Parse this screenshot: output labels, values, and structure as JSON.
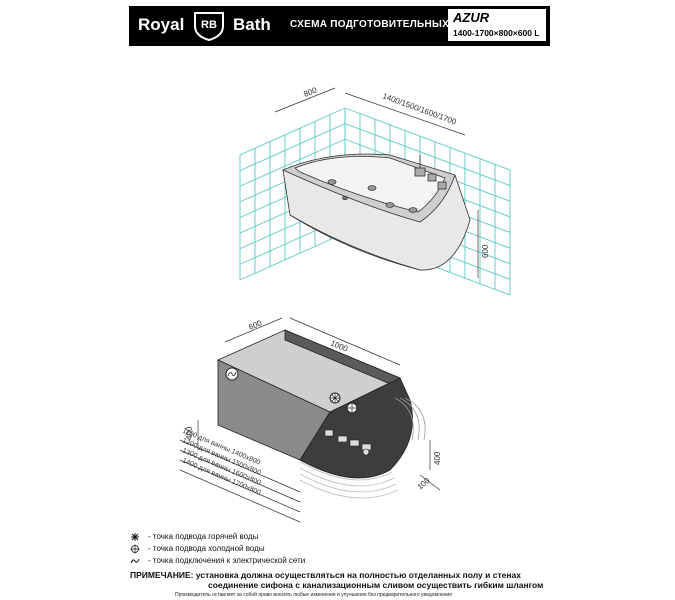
{
  "header": {
    "brand_left": "Royal",
    "brand_mark": "RB",
    "brand_right": "Bath",
    "title": "СХЕМА ПОДГОТОВИТЕЛЬНЫХ РАБОТ",
    "model": "AZUR",
    "sizes": "1400-1700×800×600 L"
  },
  "top_view": {
    "dim_depth": "800",
    "dim_length": "1400/1500/1600/1700",
    "dim_height": "600"
  },
  "bottom_view": {
    "dim_600": "600",
    "dim_1000": "1000",
    "dim_400_left": "400",
    "dim_400_right": "400",
    "dim_100": "100",
    "length_labels": [
      "1100 для ванны 1400х800",
      "1200 для ванны 1500х800",
      "1300 для ванны 1600х800",
      "1400 для ванны 1700х800"
    ]
  },
  "legend": {
    "hot": "- точка подвода горячей воды",
    "cold": "- точка подвода холодной воды",
    "electric": "- точка подключения к электрической сети"
  },
  "note": {
    "label": "ПРИМЕЧАНИЕ:",
    "line1": "установка должна осуществляться на полностью отделанных полу и стенах",
    "line2": "соединение сифона с канализационным сливом осуществить гибким шлангом"
  },
  "footer": "Производитель оставляет за собой право вносить любые изменения и улучшения без предварительного уведомления",
  "colors": {
    "tile": "#5fc9c4",
    "body_dark": "#4a4a4a",
    "body_light": "#d8d8d8"
  }
}
